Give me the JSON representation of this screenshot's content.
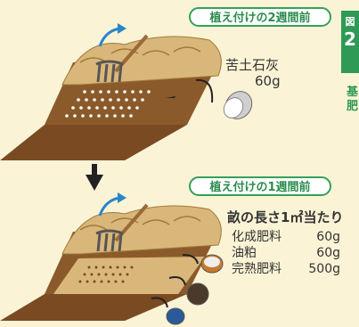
{
  "header_top": "植え付けの2週間前",
  "header_bottom": "植え付けの1週間前",
  "section_tab": {
    "line1": "図",
    "line2": "2"
  },
  "side_text": "基肥",
  "lime": {
    "name": "苦土石灰",
    "amount": "60g"
  },
  "ridge_title": "畝の長さ1㎡当たり",
  "fertilizers": [
    {
      "name": "化成肥料",
      "amount": "60g"
    },
    {
      "name": "油粕",
      "amount": "60g"
    },
    {
      "name": "完熟肥料",
      "amount": "500g"
    }
  ],
  "colors": {
    "background": "#fbf3d6",
    "accent_green": "#2e9a55",
    "arrow_blue": "#2a86c9",
    "soil_dark": "#8b5a2b",
    "soil_light": "#d9b77a"
  }
}
